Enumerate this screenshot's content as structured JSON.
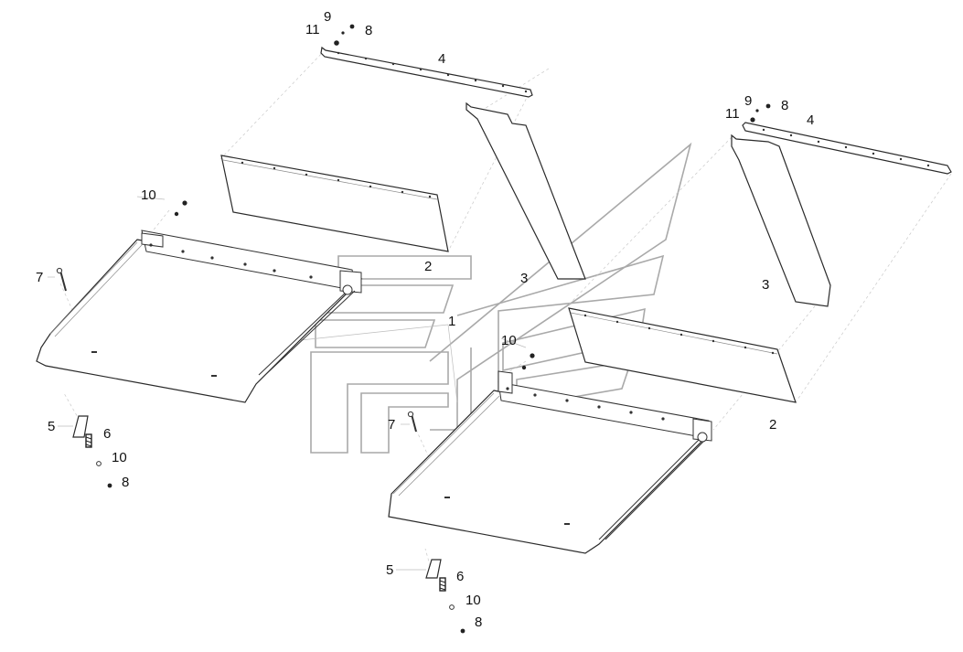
{
  "diagram": {
    "labels": {
      "l_9a": "9",
      "l_11a": "11",
      "l_8a": "8",
      "l_4a": "4",
      "l_9b": "9",
      "l_11b": "11",
      "l_8b": "8",
      "l_4b": "4",
      "l_10a": "10",
      "l_2a": "2",
      "l_3a": "3",
      "l_1": "1",
      "l_7a": "7",
      "l_5a": "5",
      "l_6a": "6",
      "l_10b": "10",
      "l_8c": "8",
      "l_3b": "3",
      "l_10c": "10",
      "l_2b": "2",
      "l_7b": "7",
      "l_5b": "5",
      "l_6b": "6",
      "l_10d": "10",
      "l_8d": "8"
    }
  }
}
